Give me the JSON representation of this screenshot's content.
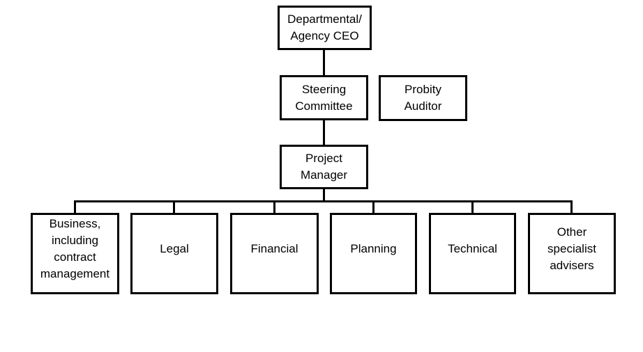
{
  "org_chart": {
    "description": "Project governance organisation chart",
    "colors": {
      "background": "#ffffff",
      "box_border": "#000000",
      "connector": "#000000",
      "text": "#000000"
    },
    "nodes": {
      "ceo": {
        "label": "Departmental/\nAgency CEO"
      },
      "steering_committee": {
        "label": "Steering\nCommittee"
      },
      "probity_auditor": {
        "label": "Probity\nAuditor"
      },
      "project_manager": {
        "label": "Project\nManager"
      },
      "business": {
        "label": "Business,\nincluding\ncontract\nmanagement"
      },
      "legal": {
        "label": "Legal"
      },
      "financial": {
        "label": "Financial"
      },
      "planning": {
        "label": "Planning"
      },
      "technical": {
        "label": "Technical"
      },
      "other_specialist_advisers": {
        "label": "Other\nspecialist\nadvisers"
      }
    },
    "edges": [
      {
        "from": "ceo",
        "to": "steering_committee"
      },
      {
        "from": "steering_committee",
        "to": "project_manager"
      },
      {
        "from": "project_manager",
        "to": "business"
      },
      {
        "from": "project_manager",
        "to": "legal"
      },
      {
        "from": "project_manager",
        "to": "financial"
      },
      {
        "from": "project_manager",
        "to": "planning"
      },
      {
        "from": "project_manager",
        "to": "technical"
      },
      {
        "from": "project_manager",
        "to": "other_specialist_advisers"
      }
    ],
    "unconnected_nodes": [
      "probity_auditor"
    ]
  }
}
